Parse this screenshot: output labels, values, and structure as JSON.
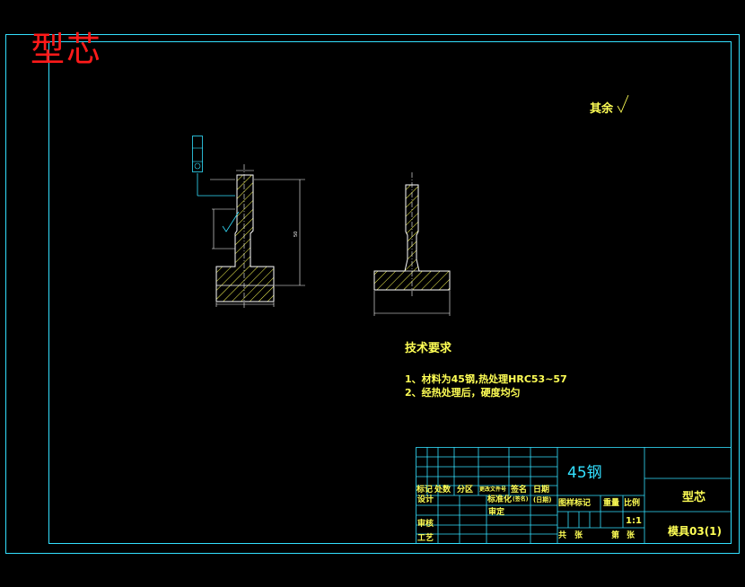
{
  "drawing": {
    "title": "型芯",
    "surface_finish": "其余"
  },
  "tech_requirements": {
    "heading": "技术要求",
    "items": [
      "1、材料为45钢,热处理HRC53~57",
      "2、经热处理后，硬度均匀"
    ]
  },
  "title_block": {
    "material": "45钢",
    "part_name": "型芯",
    "drawing_code": "模具03(1)",
    "scale_value": "1:1",
    "labels": {
      "mark": "标记",
      "count": "处数",
      "zone": "分区",
      "change_doc": "更改文件号",
      "signature": "签名",
      "date": "日期",
      "design": "设计",
      "standardize": "标准化",
      "sign_small": "(签名)",
      "date_paren": "(日期)",
      "stage_mark": "图样标记",
      "weight": "重量",
      "scale": "比例",
      "check": "审核",
      "approve": "审定",
      "process": "工艺",
      "total": "共",
      "sheets": "张",
      "sheet_no": "第",
      "sheets2": "张"
    }
  },
  "colors": {
    "frame": "#33e0ff",
    "outline": "#ffffff",
    "hatch": "#ffff55",
    "dimension": "#ffff55",
    "title_red": "#ff1a1a"
  }
}
